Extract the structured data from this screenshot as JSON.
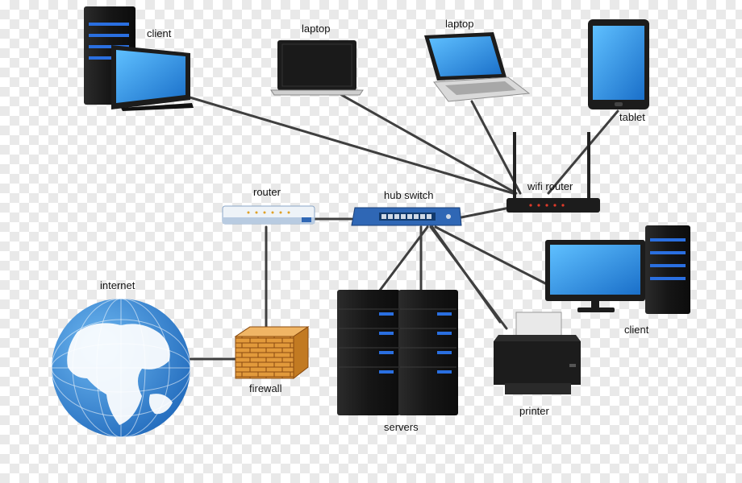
{
  "diagram": {
    "nodes": {
      "client_top": "client",
      "laptop_1": "laptop",
      "laptop_2": "laptop",
      "tablet": "tablet",
      "wifi_router": "wifi router",
      "router": "router",
      "hub_switch": "hub switch",
      "internet": "internet",
      "firewall": "firewall",
      "servers": "servers",
      "printer": "printer",
      "client_right": "client"
    },
    "edges": [
      [
        "client_top",
        "wifi_router"
      ],
      [
        "laptop_1",
        "wifi_router"
      ],
      [
        "laptop_2",
        "wifi_router"
      ],
      [
        "tablet",
        "wifi_router"
      ],
      [
        "wifi_router",
        "hub_switch"
      ],
      [
        "router",
        "hub_switch"
      ],
      [
        "router",
        "firewall"
      ],
      [
        "firewall",
        "internet"
      ],
      [
        "hub_switch",
        "servers"
      ],
      [
        "hub_switch",
        "printer"
      ],
      [
        "hub_switch",
        "client_right"
      ]
    ]
  },
  "colors": {
    "screen": "#1e8fe0",
    "device_dark": "#1c1c1c",
    "switch_blue": "#2f67b5",
    "globe_ocean": "#2f86d6",
    "globe_land": "#ffffff",
    "firewall_brick": "#d98b2a",
    "server_led": "#2a6fe0",
    "cable": "#3f3f3f"
  }
}
